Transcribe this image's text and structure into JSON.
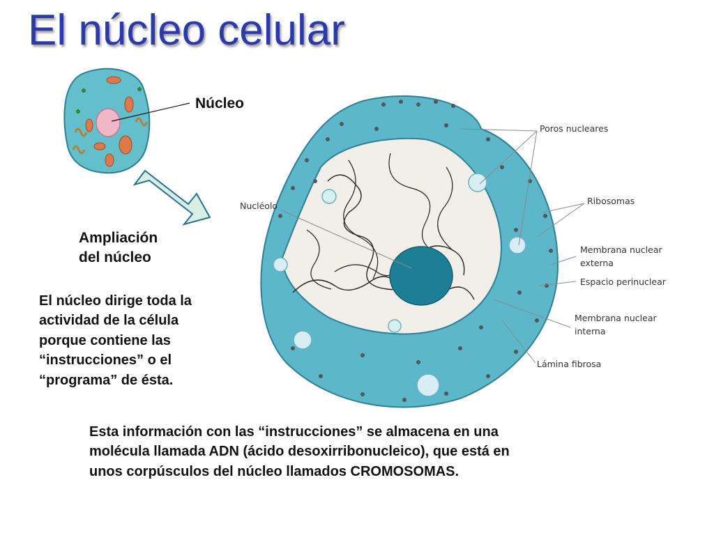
{
  "title": "El núcleo celular",
  "labels": {
    "nucleo": "Núcleo",
    "ampliacion_1": "Ampliación",
    "ampliacion_2": "del núcleo"
  },
  "paragraph_1": [
    "El núcleo dirige toda la",
    "actividad de la célula",
    "porque contiene las",
    "“instrucciones” o el",
    "“programa” de ésta."
  ],
  "paragraph_2": [
    "Esta información con las “instrucciones” se almacena en una",
    "molécula llamada ADN (ácido desoxirribonucleico), que está en",
    "unos corpúsculos del núcleo llamados CROMOSOMAS."
  ],
  "diagram_labels": {
    "nucleolo": "Nucléolo",
    "poros": "Poros nucleares",
    "ribosomas": "Ribosomas",
    "membrana_externa_1": "Membrana nuclear",
    "membrana_externa_2": "externa",
    "espacio": "Espacio perinuclear",
    "membrana_interna_1": "Membrana nuclear",
    "membrana_interna_2": "interna",
    "lamina": "Lámina fibrosa"
  },
  "colors": {
    "title": "#2b3aa8",
    "cell_fill": "#5fb8c6",
    "nucleus_envelope": "#4aa8bf",
    "nucleolus": "#1d7f96",
    "nucleoplasm": "#f2efe9"
  }
}
